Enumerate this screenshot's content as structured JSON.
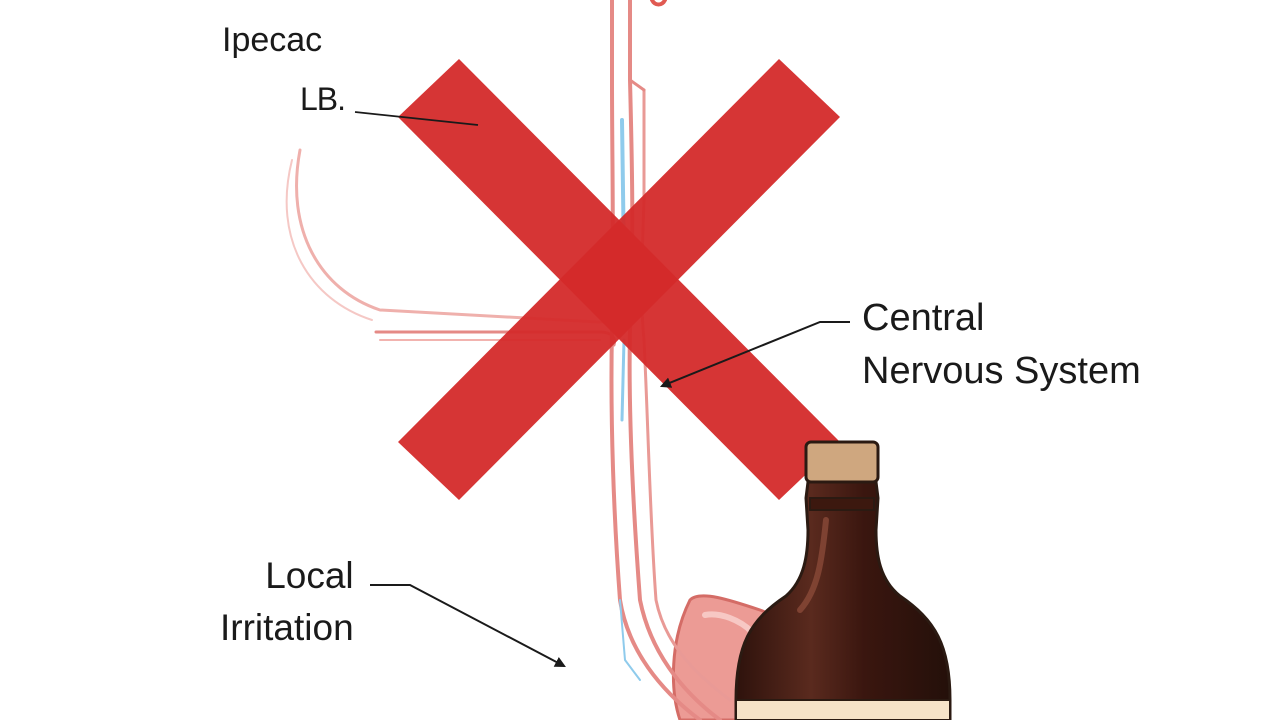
{
  "title": "Ipecac",
  "subtitle": "LB.",
  "labels": {
    "cns_line1": "Central",
    "cns_line2": "Nervous System",
    "local_line1": "Local",
    "local_line2": "Irritation"
  },
  "colors": {
    "background": "#ffffff",
    "cross": "#d42a2a",
    "esophagus": "#e58a86",
    "blue_nerve": "#7fc4e8",
    "stomach": "#e8918a",
    "bottle_glass": "#4a2018",
    "bottle_cork": "#cfa77f",
    "bottle_label": "#f6e2c8"
  },
  "icons": [
    "prohibition-cross-icon",
    "medicine-bottle-icon",
    "stomach-icon"
  ]
}
